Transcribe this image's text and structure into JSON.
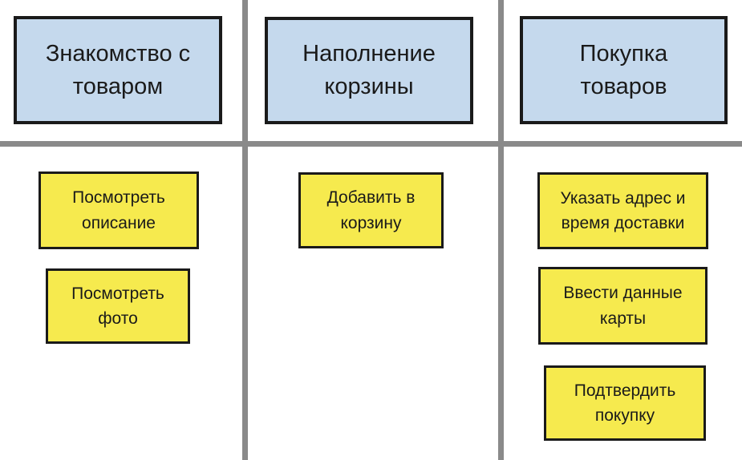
{
  "board": {
    "background_color": "#ffffff",
    "divider_color": "#8a8a8a",
    "header_fill_color": "#c5d9ed",
    "card_fill_color": "#f6ea4e",
    "border_color": "#1a1a1a",
    "columns": [
      {
        "header": "Знакомство с\nтоваром",
        "cards": [
          "Посмотреть\nописание",
          "Посмотреть\nфото"
        ]
      },
      {
        "header": "Наполнение\nкорзины",
        "cards": [
          "Добавить в\nкорзину"
        ]
      },
      {
        "header": "Покупка\nтоваров",
        "cards": [
          "Указать адрес и\nвремя доставки",
          "Ввести данные\nкарты",
          "Подтвердить\nпокупку"
        ]
      }
    ]
  }
}
